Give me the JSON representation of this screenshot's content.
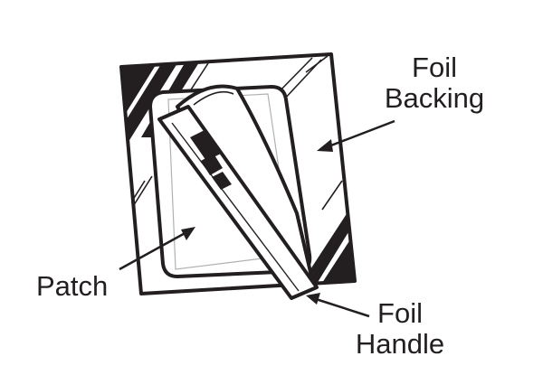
{
  "labels": {
    "foil_backing": [
      "Foil",
      "Backing"
    ],
    "patch": [
      "Patch"
    ],
    "foil_handle": [
      "Foil",
      "Handle"
    ]
  },
  "colors": {
    "ink": "#231f20",
    "paper": "#ffffff"
  },
  "icons": {
    "callout": "arrow-icon"
  }
}
